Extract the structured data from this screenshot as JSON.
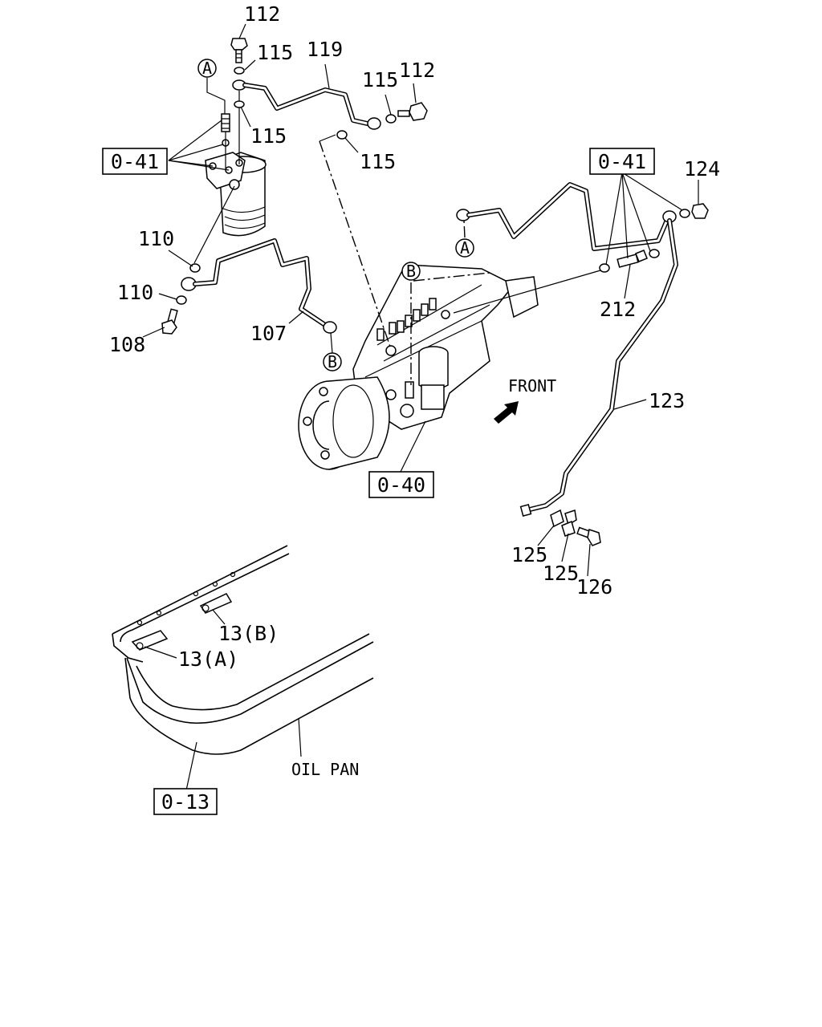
{
  "part_labels": {
    "p112_top": "112",
    "p115_top": "115",
    "p119": "119",
    "p115_right": "115",
    "p112_right": "112",
    "p115_mid": "115",
    "p115_lower": "115",
    "p124": "124",
    "p110_upper": "110",
    "p110_lower": "110",
    "p108": "108",
    "p107": "107",
    "p212": "212",
    "p123": "123",
    "p125_a": "125",
    "p125_b": "125",
    "p126": "126",
    "p13b": "13(B)",
    "p13a": "13(A)"
  },
  "reference_boxes": {
    "ref_041_left": "0-41",
    "ref_041_right": "0-41",
    "ref_040": "0-40",
    "ref_013": "0-13"
  },
  "callouts": {
    "a_top": "A",
    "a_mid": "A",
    "b_top": "B",
    "b_mid": "B"
  },
  "annotations": {
    "front": "FRONT",
    "oil_pan": "OIL PAN"
  },
  "icons": {
    "front_arrow": "arrow-northeast-icon"
  }
}
